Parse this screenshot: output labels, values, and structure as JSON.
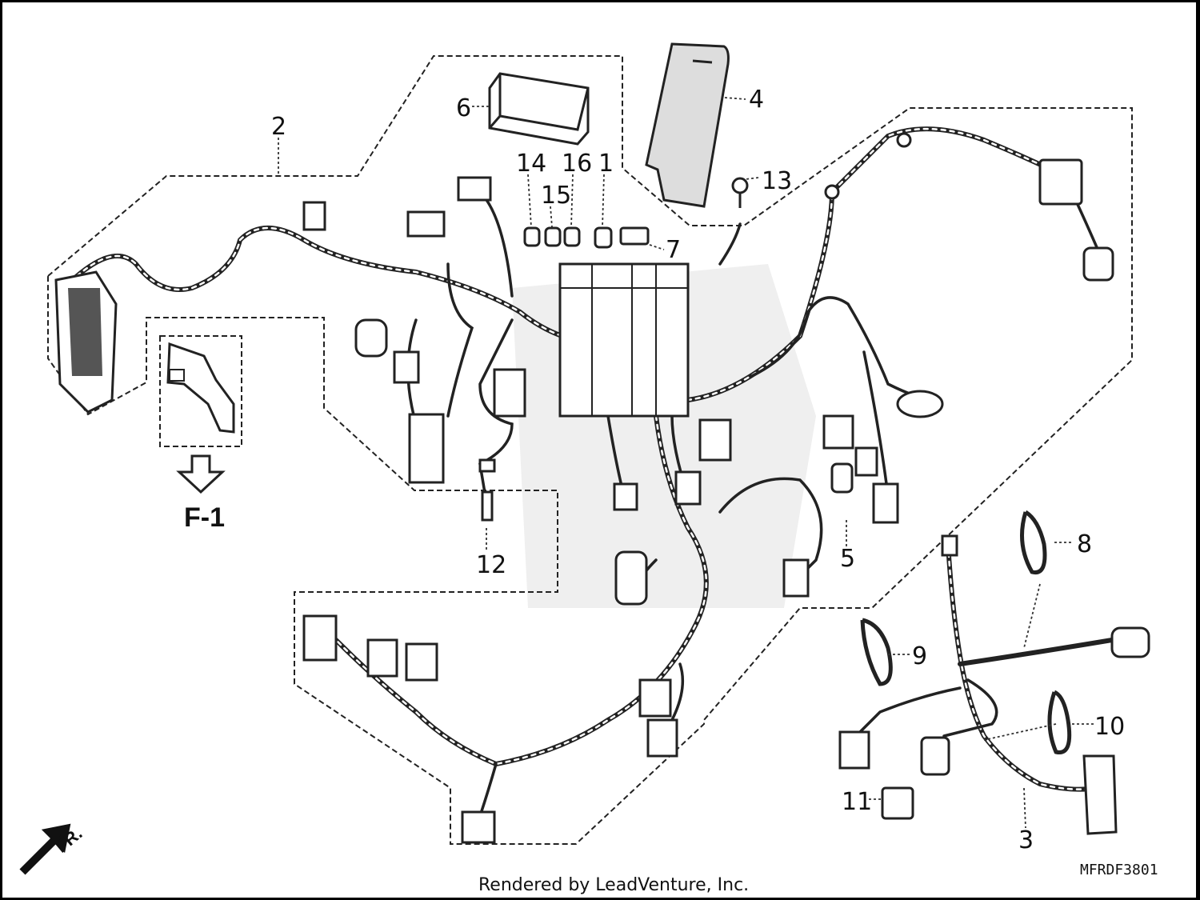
{
  "diagram": {
    "callouts": [
      {
        "id": "c1",
        "text": "1"
      },
      {
        "id": "c2",
        "text": "2"
      },
      {
        "id": "c3",
        "text": "3"
      },
      {
        "id": "c4",
        "text": "4"
      },
      {
        "id": "c5",
        "text": "5"
      },
      {
        "id": "c6",
        "text": "6"
      },
      {
        "id": "c7",
        "text": "7"
      },
      {
        "id": "c8",
        "text": "8"
      },
      {
        "id": "c9",
        "text": "9"
      },
      {
        "id": "c10",
        "text": "10"
      },
      {
        "id": "c11",
        "text": "11"
      },
      {
        "id": "c12",
        "text": "12"
      },
      {
        "id": "c13",
        "text": "13"
      },
      {
        "id": "c14",
        "text": "14"
      },
      {
        "id": "c15",
        "text": "15"
      },
      {
        "id": "c16",
        "text": "16"
      }
    ],
    "reference_label": "F-1",
    "front_label": "FR.",
    "drawing_code": "MFRDF3801",
    "credit": "Rendered by LeadVenture, Inc."
  },
  "colors": {
    "line": "#222222",
    "background": "#ffffff",
    "watermark": "#cfcfcf"
  }
}
